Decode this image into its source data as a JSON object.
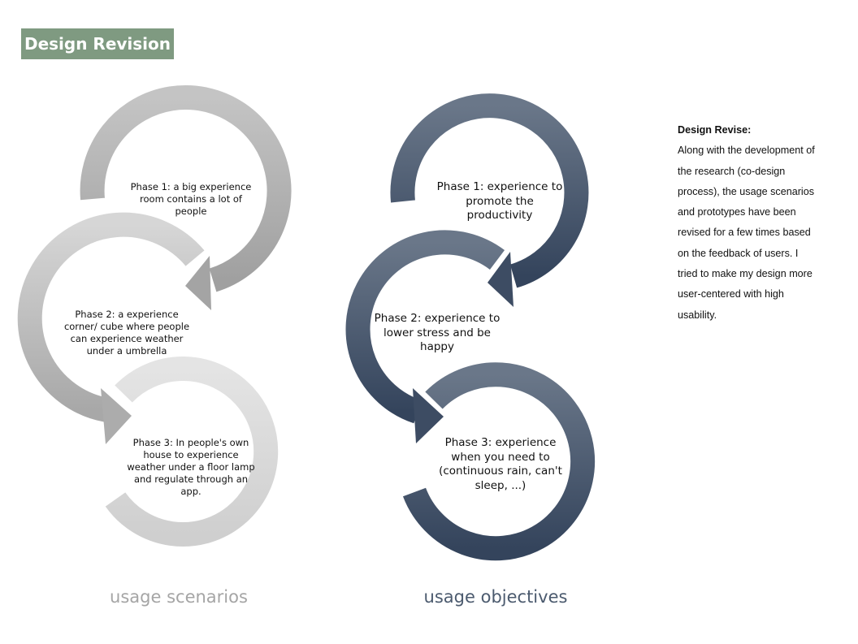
{
  "title": "Design Revision",
  "left": {
    "caption": "usage scenarios",
    "phase1": [
      "Phase 1: a big experience",
      "room contains a lot of",
      "people"
    ],
    "phase2": [
      "Phase 2: a experience",
      "corner/ cube where people",
      "can experience weather",
      "under a umbrella"
    ],
    "phase3": [
      "Phase 3: In people's own",
      "house to experience",
      "weather under a floor lamp",
      "and regulate through an",
      "app."
    ]
  },
  "right": {
    "caption": "usage objectives",
    "phase1": [
      "Phase 1: experience to",
      "promote the",
      "productivity"
    ],
    "phase2": [
      "Phase 2: experience to",
      "lower stress and be",
      "happy"
    ],
    "phase3": [
      "Phase 3: experience",
      "when you need to",
      "(continuous rain, can't",
      "sleep, ...)"
    ]
  },
  "side": {
    "heading": "Design Revise:",
    "lines": [
      "Along with the development of",
      "the research (co-design",
      "process), the usage scenarios",
      "and prototypes have been",
      "revised for a few times based",
      "on the feedback of users. I",
      "tried to make my design more",
      "user-centered with high",
      "usability."
    ]
  },
  "colors": {
    "title_bg": "#7f9a81",
    "left_dark": "#9a9a9a",
    "left_light": "#dcdcdc",
    "right_dark": "#3d4c63",
    "right_light": "#6d7a8a"
  }
}
